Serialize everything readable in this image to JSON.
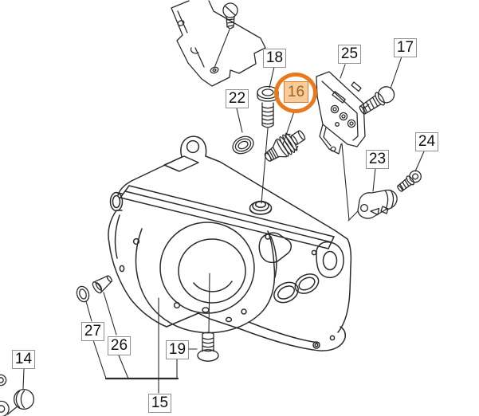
{
  "diagram": {
    "kind": "exploded-parts-diagram",
    "subject": "chainsaw crankcase assembly"
  },
  "labels": {
    "l14": {
      "text": "14"
    },
    "l15": {
      "text": "15"
    },
    "l16": {
      "text": "16"
    },
    "l17": {
      "text": "17"
    },
    "l18": {
      "text": "18"
    },
    "l19": {
      "text": "19"
    },
    "l22": {
      "text": "22"
    },
    "l23": {
      "text": "23"
    },
    "l24": {
      "text": "24"
    },
    "l25": {
      "text": "25"
    },
    "l26": {
      "text": "26"
    },
    "l27": {
      "text": "27"
    }
  },
  "highlight": {
    "part": "16",
    "ring_color": "#e8791d",
    "label_bg": "#f9cb9b",
    "label_border": "#e07c28",
    "label_text": "#9c6420"
  },
  "style": {
    "background": "#ffffff",
    "line_color": "#2b2b2b",
    "label_bg": "#ffffff",
    "label_border": "#909090",
    "label_text": "#111111"
  }
}
